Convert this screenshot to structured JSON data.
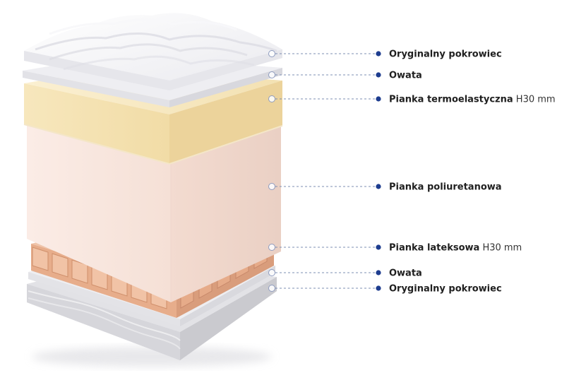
{
  "colors": {
    "accent": "#1e3d8f",
    "leader_line": "#7d8fb3",
    "marker_ring": "#8f9cbf",
    "cover": "#f4f4f6",
    "wadding": "#ececef",
    "thermo_foam": "#f6e7bf",
    "pu_foam": "#f8e6dd",
    "latex_foam": "#e8b393",
    "bottom_cover": "#dcdcdf"
  },
  "layers": [
    {
      "name": "Oryginalny pokrowiec",
      "spec": ""
    },
    {
      "name": "Owata",
      "spec": ""
    },
    {
      "name": "Pianka termoelastyczna",
      "spec": "H30 mm"
    },
    {
      "name": "Pianka poliuretanowa",
      "spec": ""
    },
    {
      "name": "Pianka lateksowa",
      "spec": "H30 mm"
    },
    {
      "name": "Owata",
      "spec": ""
    },
    {
      "name": "Oryginalny pokrowiec",
      "spec": ""
    }
  ]
}
